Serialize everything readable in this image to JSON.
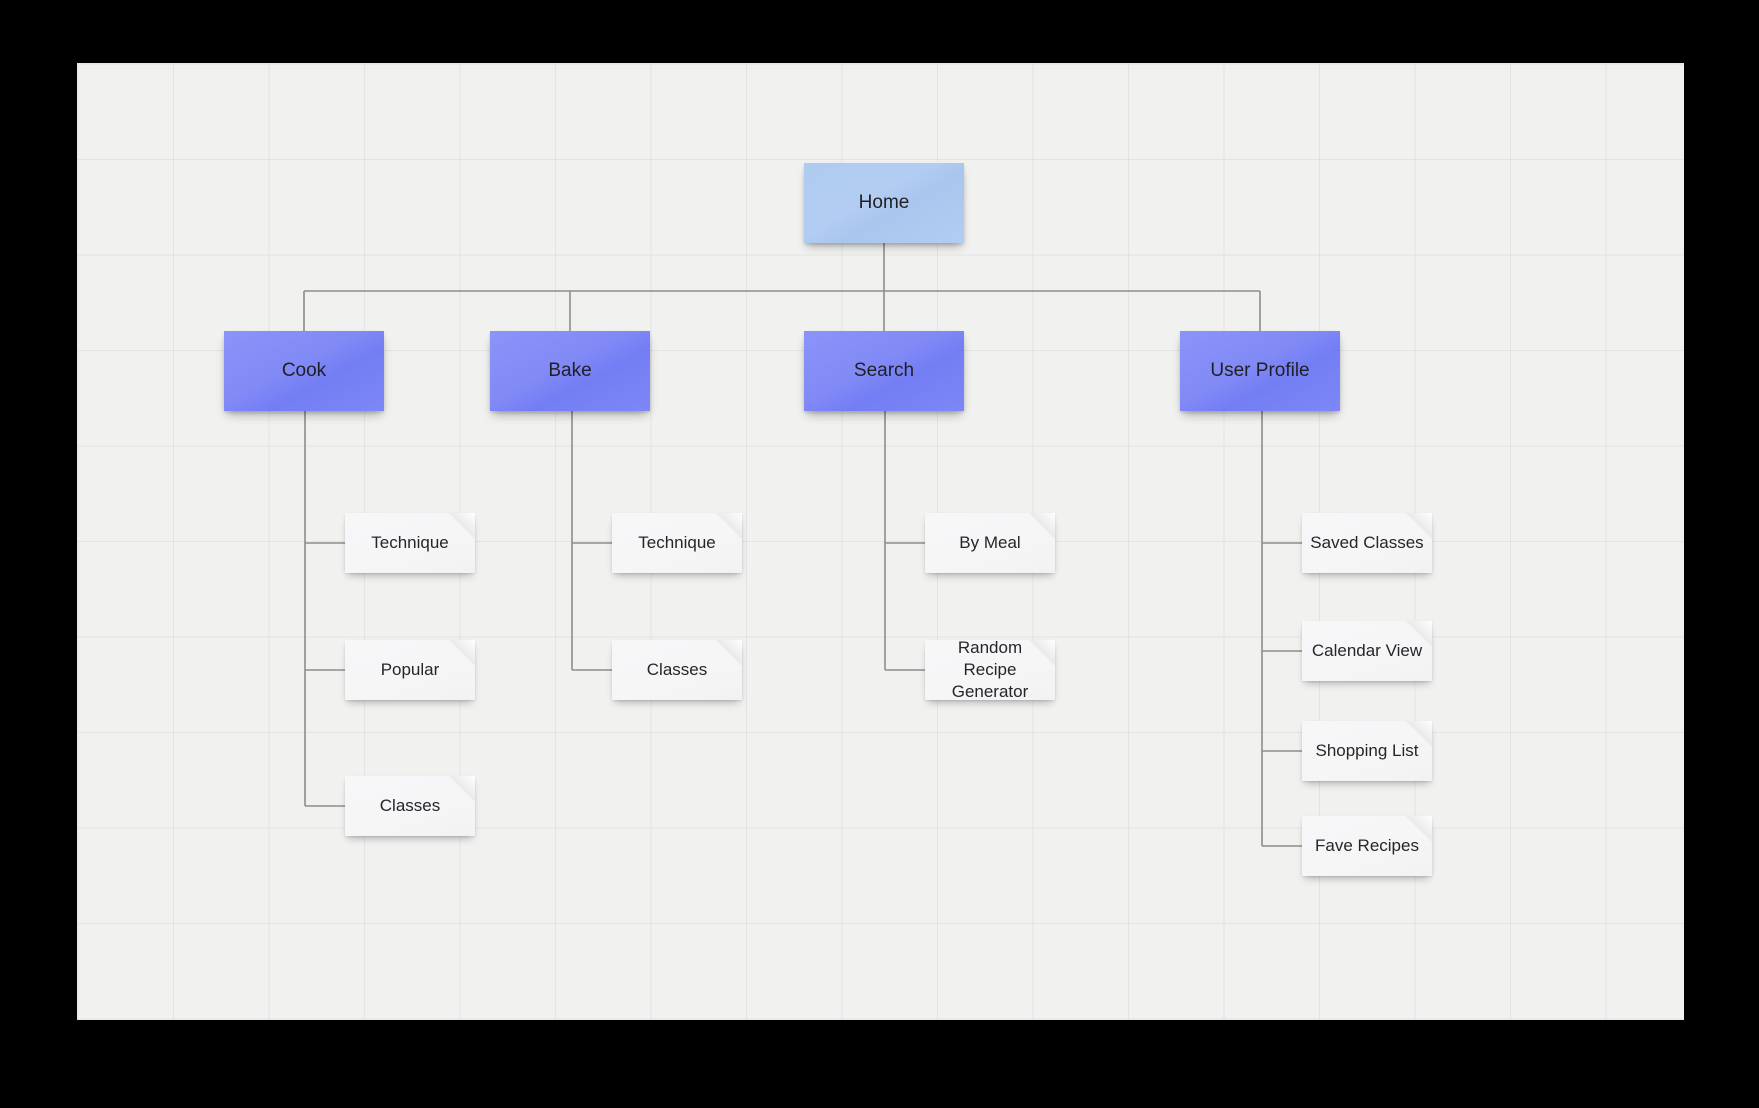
{
  "diagram": {
    "type": "sitemap-tree",
    "title": "Home",
    "canvas": {
      "background_color": "#f1f1f0",
      "grid": true,
      "grid_color": "#e4e4e3",
      "grid_size": 95
    },
    "colors": {
      "root_fill": "#aecbf0",
      "branch_fill": "#7f89f6",
      "leaf_fill": "#f5f5f6",
      "connector": "#8d8d8d",
      "text": "#1f2024",
      "page_background": "#000000"
    },
    "root": {
      "label": "Home",
      "level": 0
    },
    "branches": [
      {
        "label": "Cook",
        "level": 1,
        "children": [
          {
            "label": "Technique"
          },
          {
            "label": "Popular"
          },
          {
            "label": "Classes"
          }
        ]
      },
      {
        "label": "Bake",
        "level": 1,
        "children": [
          {
            "label": "Technique"
          },
          {
            "label": "Classes"
          }
        ]
      },
      {
        "label": "Search",
        "level": 1,
        "children": [
          {
            "label": "By Meal"
          },
          {
            "label": "Random Recipe Generator"
          }
        ]
      },
      {
        "label": "User Profile",
        "level": 1,
        "children": [
          {
            "label": "Saved Classes"
          },
          {
            "label": "Calendar View"
          },
          {
            "label": "Shopping List"
          },
          {
            "label": "Fave Recipes"
          }
        ]
      }
    ]
  }
}
